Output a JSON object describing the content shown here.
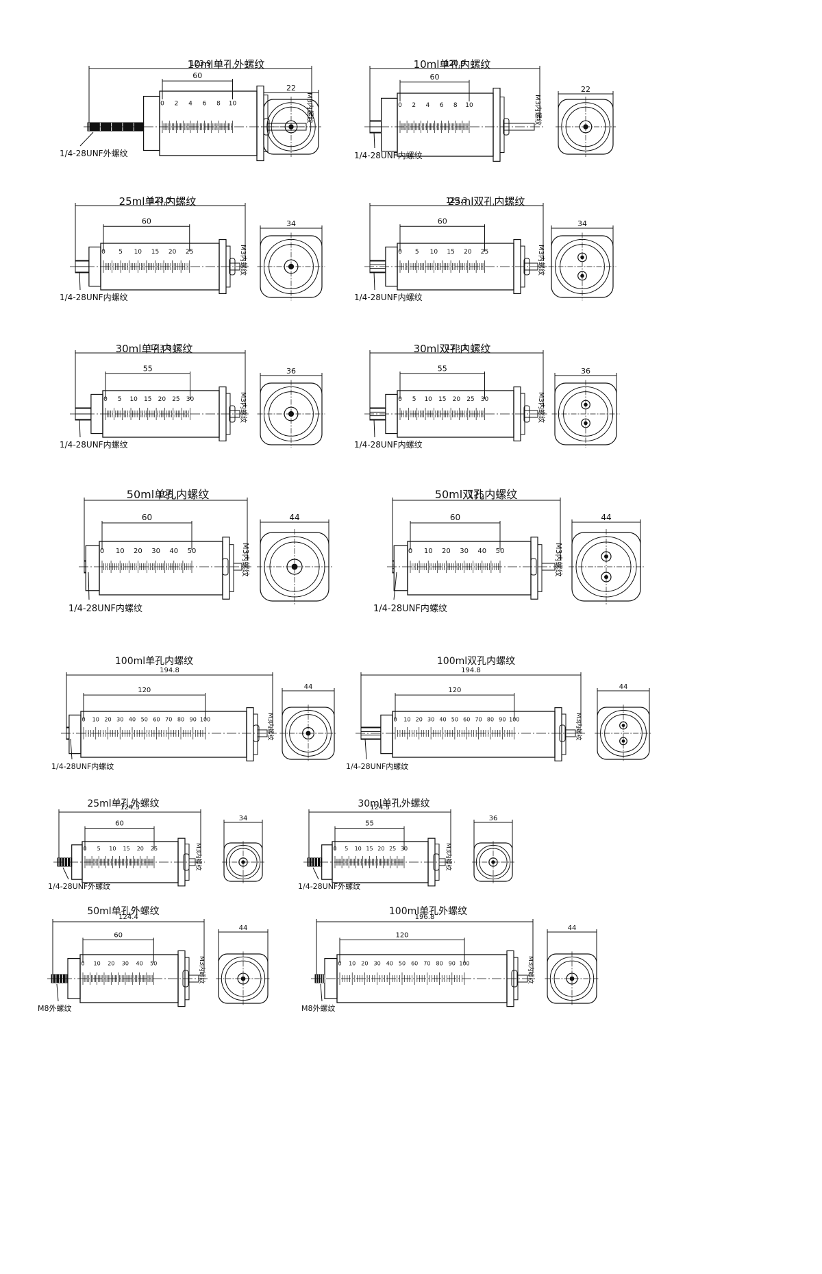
{
  "colors": {
    "ink": "#111111",
    "paper": "#ffffff"
  },
  "drawings": [
    {
      "id": "10ml-single-external",
      "title": "10ml单孔外螺纹",
      "overall": "123.9",
      "scale_span": "60",
      "scale_marks": [
        "0",
        "2",
        "4",
        "6",
        "8",
        "10"
      ],
      "side_label": "M3内螺纹",
      "diameter": "22",
      "port_label": "1/4-28UNF外螺纹",
      "holes": 1,
      "fitting": "external"
    },
    {
      "id": "10ml-single-internal",
      "title": "10ml单孔内螺纹",
      "overall": "120.9",
      "scale_span": "60",
      "scale_marks": [
        "0",
        "2",
        "4",
        "6",
        "8",
        "10"
      ],
      "side_label": "M3内螺纹",
      "diameter": "22",
      "port_label": "1/4-28UNF内螺纹",
      "holes": 1,
      "fitting": "internal"
    },
    {
      "id": "25ml-single-internal",
      "title": "25ml单孔内螺纹",
      "overall": "123.3",
      "scale_span": "60",
      "scale_marks": [
        "0",
        "5",
        "10",
        "15",
        "20",
        "25"
      ],
      "side_label": "M3内螺纹",
      "diameter": "34",
      "port_label": "1/4-28UNF内螺纹",
      "holes": 1,
      "fitting": "internal"
    },
    {
      "id": "25ml-double-internal",
      "title": "25ml双孔内螺纹",
      "overall": "123.3",
      "scale_span": "60",
      "scale_marks": [
        "0",
        "5",
        "10",
        "15",
        "20",
        "25"
      ],
      "side_label": "M3内螺纹",
      "diameter": "34",
      "port_label": "1/4-28UNF内螺纹",
      "holes": 2,
      "fitting": "internal"
    },
    {
      "id": "30ml-single-internal",
      "title": "30ml单孔内螺纹",
      "overall": "123.3",
      "scale_span": "55",
      "scale_marks": [
        "0",
        "5",
        "10",
        "15",
        "20",
        "25",
        "30"
      ],
      "side_label": "M3内螺纹",
      "diameter": "36",
      "port_label": "1/4-28UNF内螺纹",
      "holes": 1,
      "fitting": "internal"
    },
    {
      "id": "30ml-double-internal",
      "title": "30ml双孔内螺纹",
      "overall": "123.3",
      "scale_span": "55",
      "scale_marks": [
        "0",
        "5",
        "10",
        "15",
        "20",
        "25",
        "30"
      ],
      "side_label": "M3内螺纹",
      "diameter": "36",
      "port_label": "1/4-28UNF内螺纹",
      "holes": 2,
      "fitting": "internal"
    },
    {
      "id": "50ml-single-internal",
      "title": "50ml单孔内螺纹",
      "overall": "125",
      "scale_span": "60",
      "scale_marks": [
        "0",
        "10",
        "20",
        "30",
        "40",
        "50"
      ],
      "side_label": "M3内螺纹",
      "diameter": "44",
      "port_label": "1/4-28UNF内螺纹",
      "holes": 1,
      "fitting": "internal"
    },
    {
      "id": "50ml-double-internal",
      "title": "50ml双孔内螺纹",
      "overall": "125",
      "scale_span": "60",
      "scale_marks": [
        "0",
        "10",
        "20",
        "30",
        "40",
        "50"
      ],
      "side_label": "M3内螺纹",
      "diameter": "44",
      "port_label": "1/4-28UNF内螺纹",
      "holes": 2,
      "fitting": "internal"
    },
    {
      "id": "100ml-single-internal",
      "title": "100ml单孔内螺纹",
      "overall": "194.8",
      "scale_span": "120",
      "scale_marks": [
        "0",
        "10",
        "20",
        "30",
        "40",
        "50",
        "60",
        "70",
        "80",
        "90",
        "100"
      ],
      "side_label": "M3内螺纹",
      "diameter": "44",
      "port_label": "1/4-28UNF内螺纹",
      "holes": 1,
      "fitting": "internal"
    },
    {
      "id": "100ml-double-internal",
      "title": "100ml双孔内螺纹",
      "overall": "194.8",
      "scale_span": "120",
      "scale_marks": [
        "0",
        "10",
        "20",
        "30",
        "40",
        "50",
        "60",
        "70",
        "80",
        "90",
        "100"
      ],
      "side_label": "M3内螺纹",
      "diameter": "44",
      "port_label": "1/4-28UNF内螺纹",
      "holes": 2,
      "fitting": "internal"
    },
    {
      "id": "25ml-single-external",
      "title": "25ml单孔外螺纹",
      "overall": "124.3",
      "scale_span": "60",
      "scale_marks": [
        "0",
        "5",
        "10",
        "15",
        "20",
        "25"
      ],
      "side_label": "M3内螺纹",
      "diameter": "34",
      "port_label": "1/4-28UNF外螺纹",
      "holes": 1,
      "fitting": "external"
    },
    {
      "id": "30ml-single-external",
      "title": "30ml单孔外螺纹",
      "overall": "124.3",
      "scale_span": "55",
      "scale_marks": [
        "0",
        "5",
        "10",
        "15",
        "20",
        "25",
        "30"
      ],
      "side_label": "M3内螺纹",
      "diameter": "36",
      "port_label": "1/4-28UNF外螺纹",
      "holes": 1,
      "fitting": "external"
    },
    {
      "id": "50ml-single-external",
      "title": "50ml单孔外螺纹",
      "overall": "124.4",
      "scale_span": "60",
      "scale_marks": [
        "0",
        "10",
        "20",
        "30",
        "40",
        "50"
      ],
      "side_label": "M3内螺纹",
      "diameter": "44",
      "port_label": "M8外螺纹",
      "holes": 1,
      "fitting": "external"
    },
    {
      "id": "100ml-single-external",
      "title": "100ml单孔外螺纹",
      "overall": "196.8",
      "scale_span": "120",
      "scale_marks": [
        "0",
        "10",
        "20",
        "30",
        "40",
        "50",
        "60",
        "70",
        "80",
        "90",
        "100"
      ],
      "side_label": "M3内螺纹",
      "diameter": "44",
      "port_label": "M8外螺纹",
      "holes": 1,
      "fitting": "external"
    }
  ]
}
